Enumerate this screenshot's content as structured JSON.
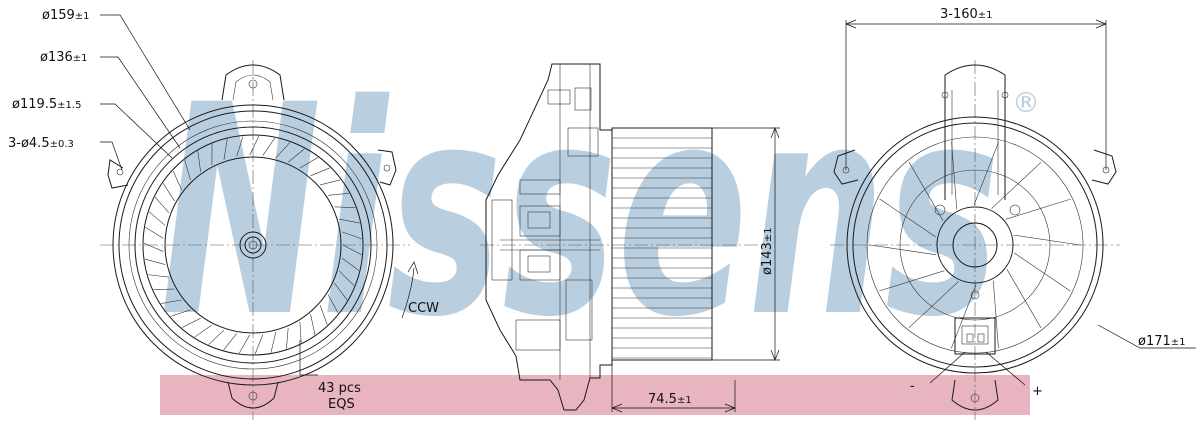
{
  "watermark": {
    "brand": "Nissens",
    "registered": "®",
    "band_color": "#e8b4bf",
    "text_color": "#b9cfe0"
  },
  "front_view": {
    "labels": {
      "d159": "ø159",
      "d159_tol": "±1",
      "d136": "ø136",
      "d136_tol": "±1",
      "d119": "ø119.5",
      "d119_tol": "±1.5",
      "holes": "3-ø4.5",
      "holes_tol": "±0.3",
      "rotation": "CCW",
      "blades": "43 pcs",
      "blades_spacing": "EQS"
    }
  },
  "side_view": {
    "labels": {
      "height": "ø143",
      "height_tol": "±1",
      "width": "74.5",
      "width_tol": "±1"
    }
  },
  "rear_view": {
    "labels": {
      "pitch": "3-160",
      "pitch_tol": "±1",
      "d171": "ø171",
      "d171_tol": "±1",
      "minus": "-",
      "plus": "+"
    }
  },
  "colors": {
    "line": "#1a1a1a",
    "band": "#e8b4bf",
    "watermark": "#b9cfe0"
  }
}
